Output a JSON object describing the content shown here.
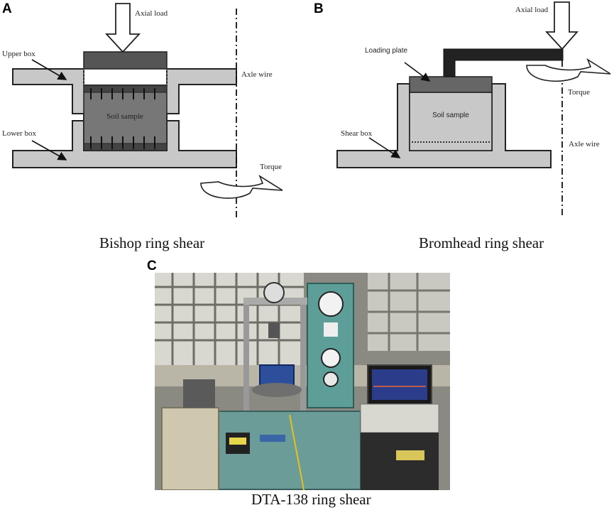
{
  "panels": {
    "a": {
      "letter": "A",
      "caption": "Bishop ring shear",
      "labels": {
        "axial_load": "Axial load",
        "upper_box": "Upper box",
        "lower_box": "Lower box",
        "axle_wire": "Axle wire",
        "soil_sample": "Soil sample",
        "torque": "Torque"
      }
    },
    "b": {
      "letter": "B",
      "caption": "Bromhead ring shear",
      "labels": {
        "axial_load": "Axial load",
        "loading_plate": "Loading plate",
        "soil_sample": "Soil sample",
        "shear_box": "Shear box",
        "torque": "Torque",
        "axle_wire": "Axle wire"
      }
    },
    "c": {
      "letter": "C",
      "caption": "DTA-138 ring shear"
    }
  },
  "colors": {
    "box_fill": "#c8c8c8",
    "sample_fill": "#777777",
    "plate_fill": "#555555",
    "arm_fill": "#222222"
  }
}
